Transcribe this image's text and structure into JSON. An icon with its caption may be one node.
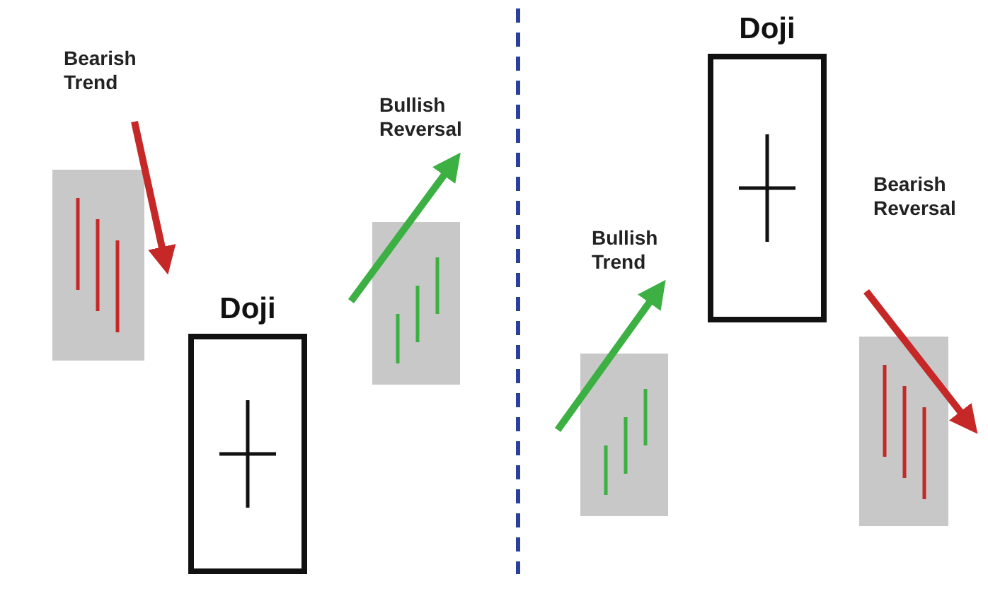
{
  "diagram": {
    "nodes": [
      {
        "text": [
          "Doji"
        ]
      },
      {
        "text": [
          "Doji"
        ]
      }
    ],
    "labels": [
      "Bearish Trend",
      "Bullish Reversal",
      "Bullish Trend",
      "Bearish Reversal"
    ]
  }
}
